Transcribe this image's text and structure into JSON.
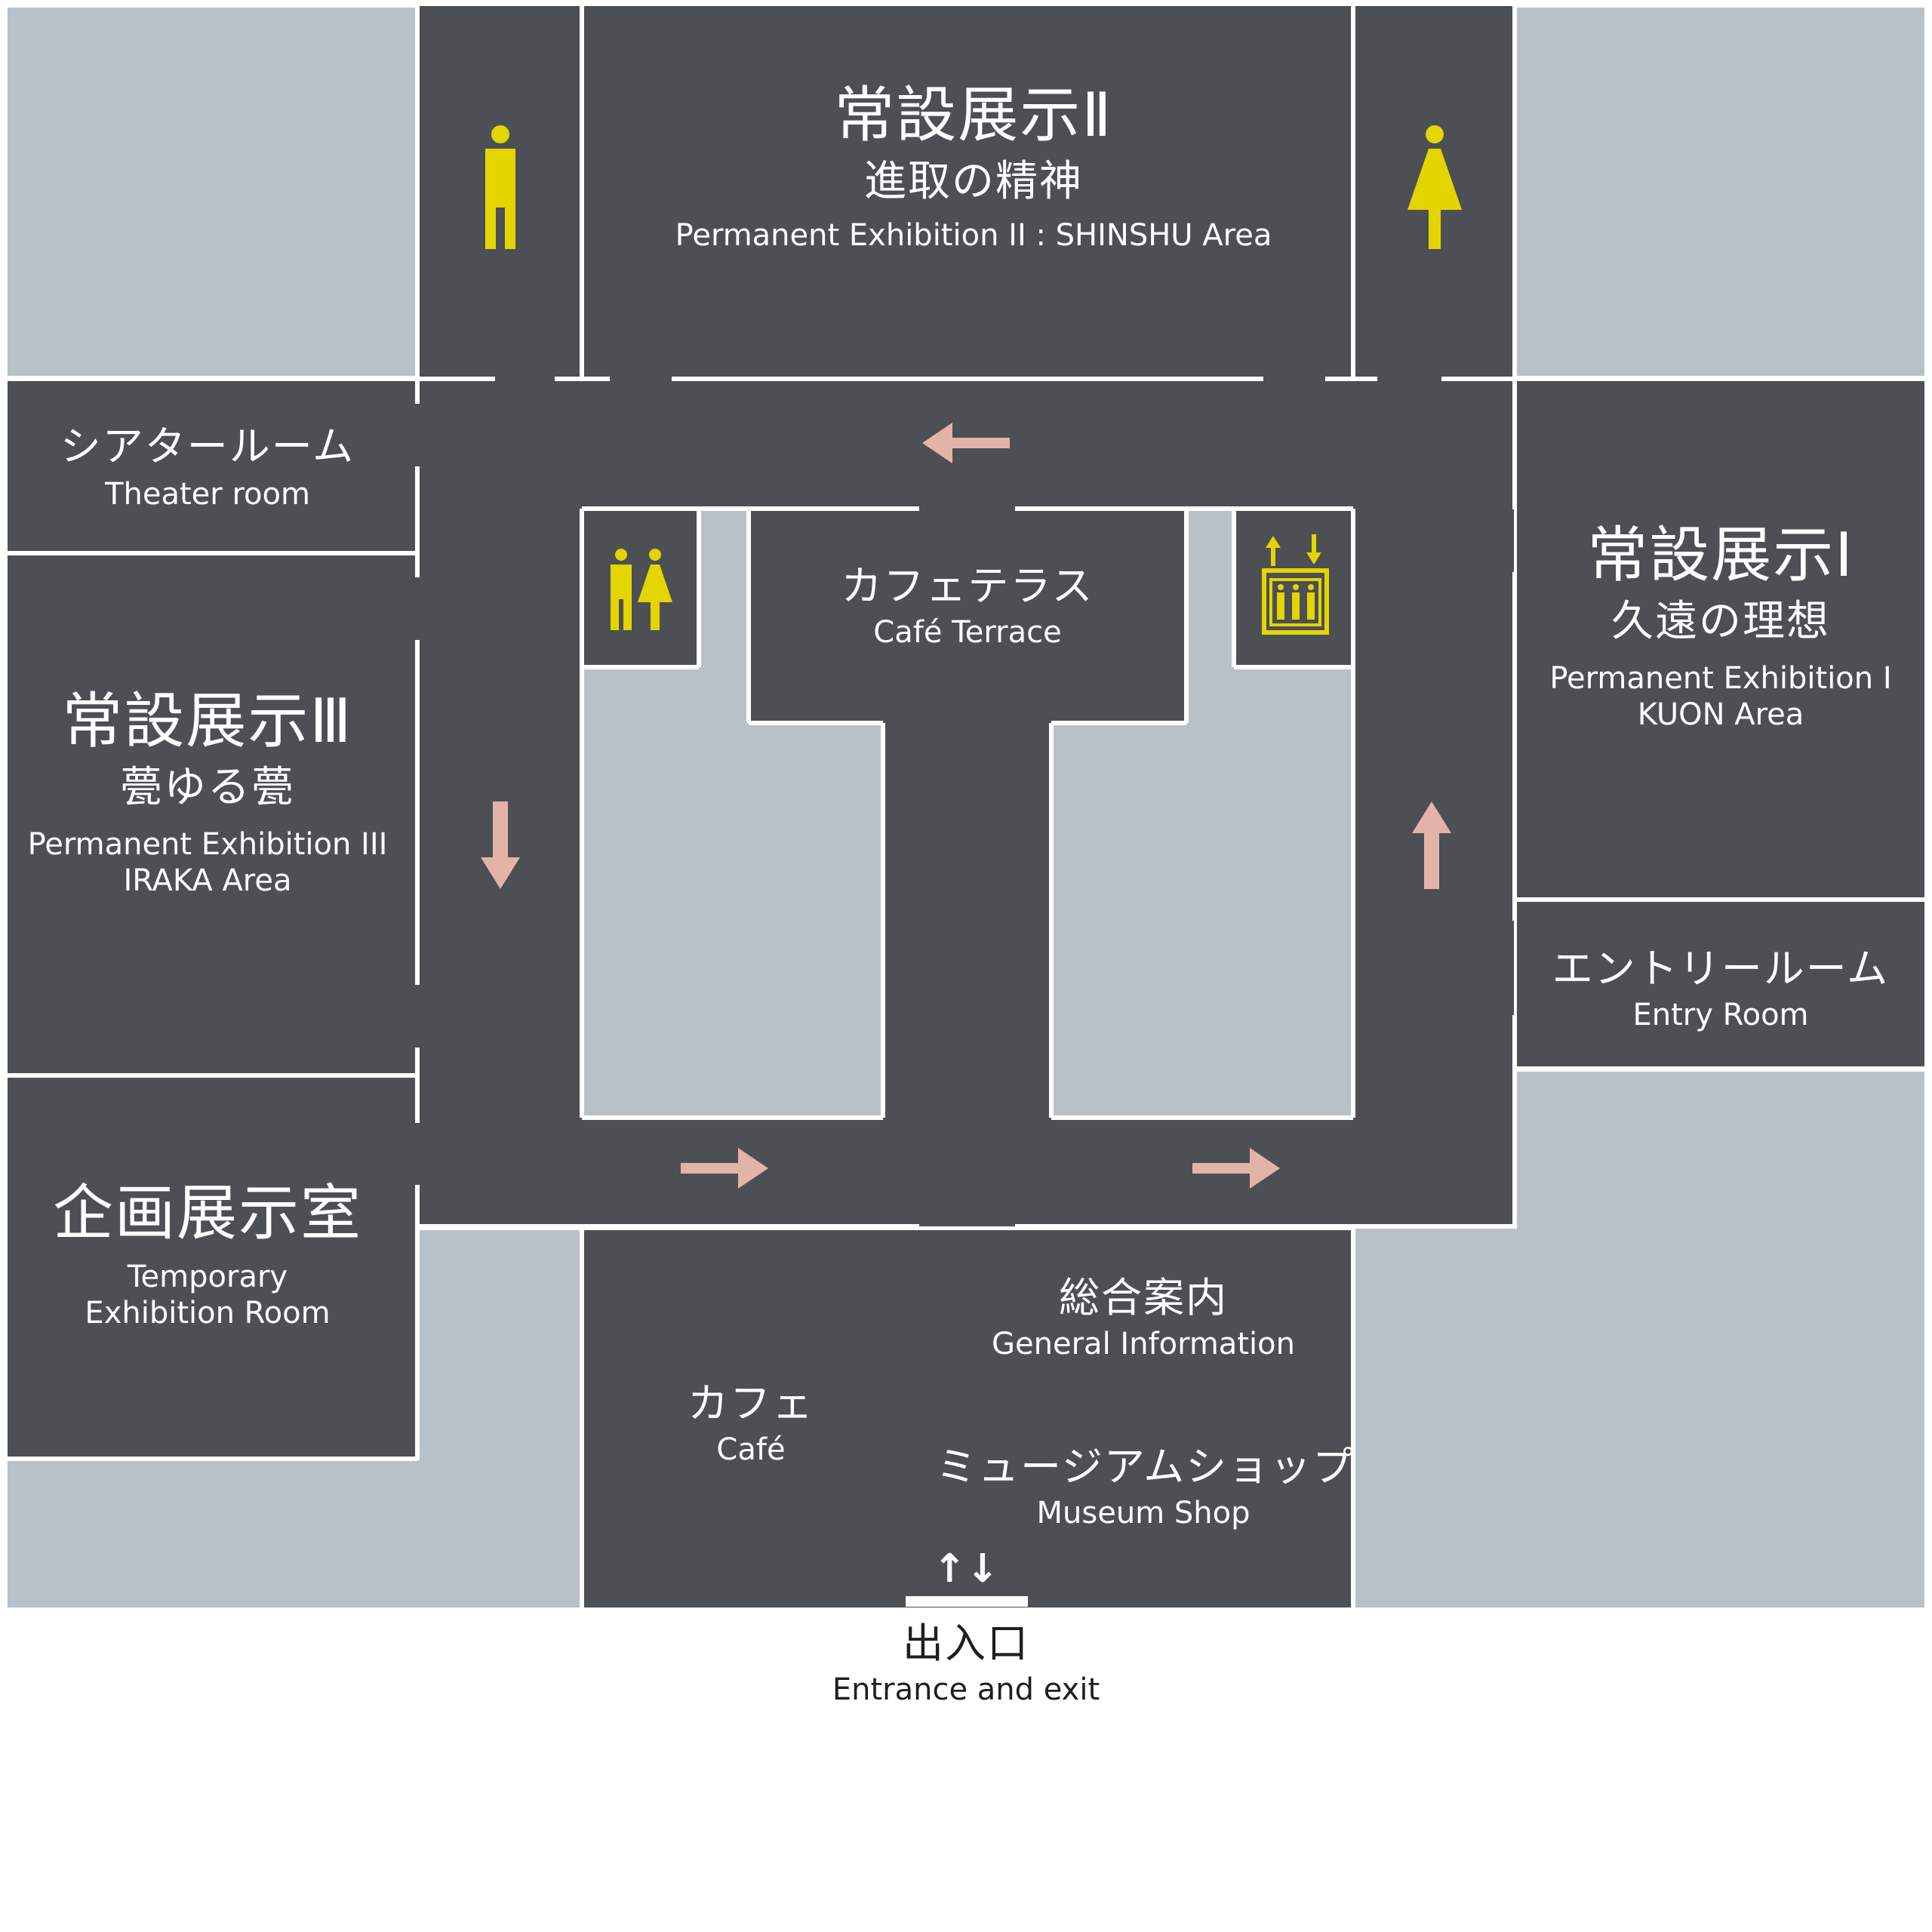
{
  "colors": {
    "room": "#4c5055",
    "void": "#b9c1c8",
    "wall": "#ffffff",
    "restroom_icon": "#e4d500",
    "route_arrow": "#e4b3a8",
    "text_light": "#ffffff",
    "text_dark": "#1f1f1f"
  },
  "rooms": {
    "permanent_2": {
      "jp": "常設展示Ⅱ",
      "jp_sub": "進取の精神",
      "en": "Permanent Exhibition II : SHINSHU Area"
    },
    "theater": {
      "jp": "シアタールーム",
      "en": "Theater room"
    },
    "permanent_3": {
      "jp": "常設展示Ⅲ",
      "jp_sub": "甍ゆる甍",
      "en_1": "Permanent Exhibition III",
      "en_2": "IRAKA Area"
    },
    "temporary": {
      "jp": "企画展示室",
      "en_1": "Temporary",
      "en_2": "Exhibition Room"
    },
    "cafe_terrace": {
      "jp": "カフェテラス",
      "en": "Café Terrace"
    },
    "permanent_1": {
      "jp": "常設展示Ⅰ",
      "jp_sub": "久遠の理想",
      "en_1": "Permanent Exhibition I",
      "en_2": "KUON Area"
    },
    "entry_room": {
      "jp": "エントリールーム",
      "en": "Entry Room"
    },
    "general_info": {
      "jp": "総合案内",
      "en": "General Information"
    },
    "cafe": {
      "jp": "カフェ",
      "en": "Café"
    },
    "museum_shop": {
      "jp": "ミュージアムショップ",
      "en": "Museum Shop"
    },
    "entrance": {
      "jp": "出入口",
      "en": "Entrance and exit",
      "arrows": "↑↓"
    }
  },
  "icons": {
    "men_restroom": "men-restroom-icon",
    "women_restroom": "women-restroom-icon",
    "restroom": "restroom-icon",
    "elevator": "elevator-icon",
    "route": "route-arrow-icon"
  }
}
